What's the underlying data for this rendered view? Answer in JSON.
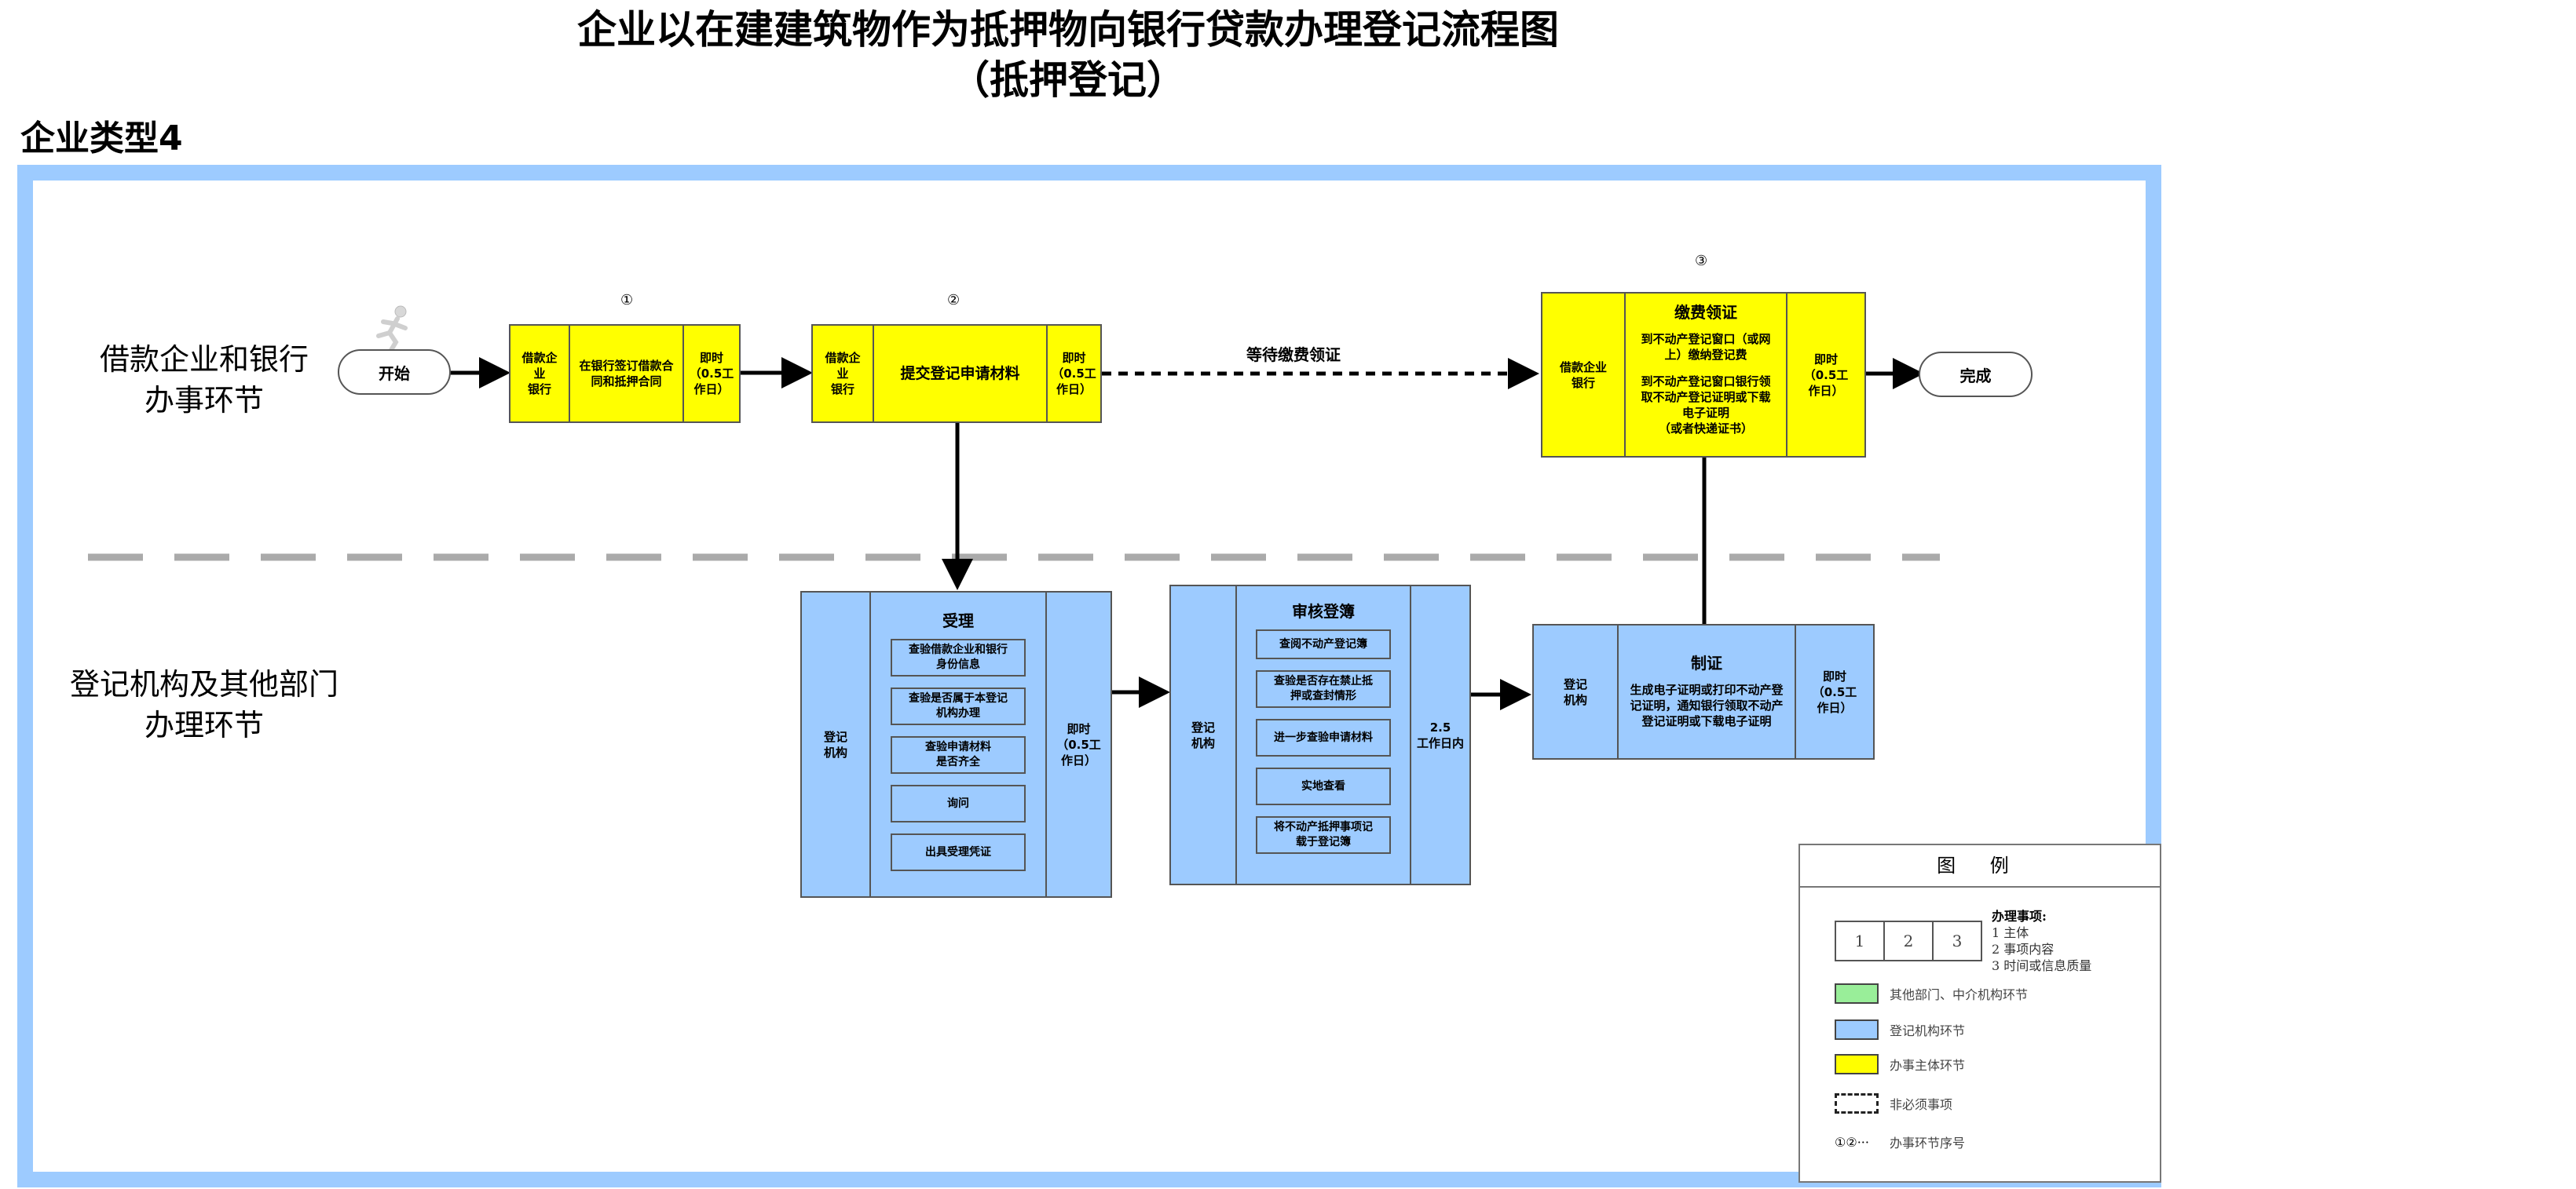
{
  "header": {
    "title_line1": "企业以在建建筑物作为抵押物向银行贷款办理登记流程图",
    "title_line2": "（抵押登记）",
    "enterprise_type": "企业类型4"
  },
  "lanes": {
    "top": [
      "借款企业和银行",
      "办事环节"
    ],
    "bottom": [
      "登记机构及其他部门",
      "办理环节"
    ]
  },
  "terminals": {
    "start": "开始",
    "end": "完成"
  },
  "step_numbers": {
    "s1": "①",
    "s2": "②",
    "s3": "③"
  },
  "step1": {
    "subject": [
      "借款企",
      "业",
      "银行"
    ],
    "content": [
      "在银行签订借款合",
      "同和抵押合同"
    ],
    "time": [
      "即时",
      "（0.5工",
      "作日）"
    ]
  },
  "step2": {
    "subject": [
      "借款企",
      "业",
      "银行"
    ],
    "content": [
      "提交登记申请材料"
    ],
    "time": [
      "即时",
      "（0.5工",
      "作日）"
    ]
  },
  "wait_label": "等待缴费领证",
  "step3": {
    "subject": [
      "借款企业",
      "银行"
    ],
    "heading": "缴费领证",
    "content": [
      "到不动产登记窗口（或网",
      "上）缴纳登记费",
      "",
      "到不动产登记窗口银行领",
      "取不动产登记证明或下载",
      "电子证明",
      "（或者快递证书）"
    ],
    "time": [
      "即时",
      "（0.5工",
      "作日）"
    ]
  },
  "accept": {
    "subject": [
      "登记",
      "机构"
    ],
    "heading": "受理",
    "items": [
      [
        "查验借款企业和银行",
        "身份信息"
      ],
      [
        "查验是否属于本登记",
        "机构办理"
      ],
      [
        "查验申请材料",
        "是否齐全"
      ],
      [
        "询问"
      ],
      [
        "出具受理凭证"
      ]
    ],
    "time": [
      "即时",
      "（0.5工",
      "作日）"
    ]
  },
  "review": {
    "subject": [
      "登记",
      "机构"
    ],
    "heading": "审核登簿",
    "items": [
      [
        "查阅不动产登记簿"
      ],
      [
        "查验是否存在禁止抵",
        "押或查封情形"
      ],
      [
        "进一步查验申请材料"
      ],
      [
        "实地查看"
      ],
      [
        "将不动产抵押事项记",
        "载于登记簿"
      ]
    ],
    "time": [
      "2.5",
      "工作日内"
    ]
  },
  "certificate": {
    "subject": [
      "登记",
      "机构"
    ],
    "heading": "制证",
    "content": [
      "生成电子证明或打印不动产登",
      "记证明，通知银行领取不动产",
      "登记证明或下载电子证明"
    ],
    "time": [
      "即时",
      "（0.5工",
      "作日）"
    ]
  },
  "legend": {
    "title": "图 例",
    "numbers": [
      "1",
      "2",
      "3"
    ],
    "items_title": "办理事项:",
    "items": [
      "1 主体",
      "2 事项内容",
      "3 时间或信息质量"
    ],
    "green_label": "其他部门、中介机构环节",
    "blue_label": "登记机构环节",
    "yellow_label": "办事主体环节",
    "dashed_label": "非必须事项",
    "seq_symbol": "①②···",
    "seq_label": "办事环节序号",
    "colors": {
      "green": "#99ee99",
      "blue": "#9dcbff",
      "yellow": "#ffff00"
    }
  }
}
